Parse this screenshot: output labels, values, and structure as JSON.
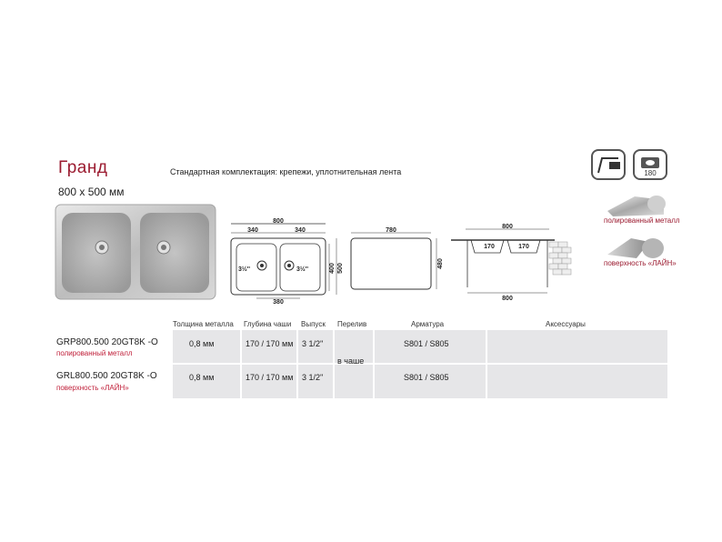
{
  "product": {
    "title": "Гранд",
    "size": "800 x 500 мм",
    "standard_kit": "Стандартная комплектация: крепежи, уплотнительная лента"
  },
  "icons": {
    "undermount": "undermount-icon",
    "drain_icon": "drain-icon",
    "drain_label": "180"
  },
  "finishes": {
    "polished": "полированный металл",
    "line": "поверхность «ЛАЙН»"
  },
  "drawing": {
    "top_width": "800",
    "left_bowl": "340",
    "right_bowl": "340",
    "bottom_width": "380",
    "height_inner": "400",
    "height_outer": "500",
    "drain_left": "3½''",
    "drain_right": "3½''",
    "cutout_width": "780",
    "cutout_height": "480",
    "side_top": "800",
    "side_depth_left": "170",
    "side_depth_right": "170",
    "side_bottom": "800"
  },
  "table": {
    "headers": [
      "Толщина металла",
      "Глубина чаши",
      "Выпуск",
      "Перелив",
      "Арматура",
      "Аксессуары"
    ],
    "rows": [
      {
        "model": "GRP800.500 20GT8K -O",
        "finish": "полированный металл",
        "thickness": "0,8 мм",
        "depth": "170 / 170 мм",
        "outlet": "3 1/2''",
        "fittings": "S801 / S805"
      },
      {
        "model": "GRL800.500 20GT8K -O",
        "finish": "поверхность «ЛАЙН»",
        "thickness": "0,8 мм",
        "depth": "170 / 170 мм",
        "outlet": "3 1/2''",
        "fittings": "S801 / S805"
      }
    ],
    "overflow": "в чаше"
  }
}
